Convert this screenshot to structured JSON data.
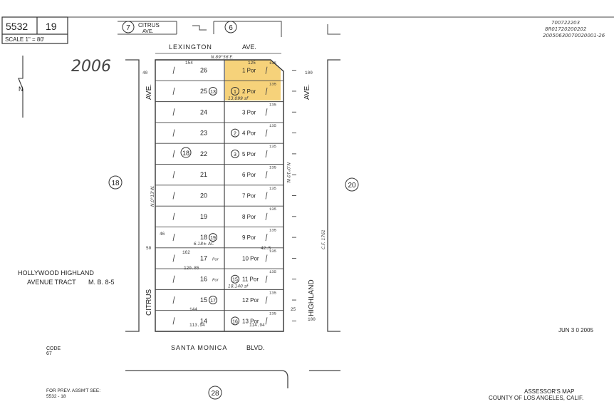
{
  "header": {
    "map_book": "5532",
    "page": "19",
    "scale": "SCALE 1\" = 80'",
    "year_stamp": "2006",
    "doc_numbers": [
      "700722203",
      "8R01720200202",
      "20050630070020001-26"
    ]
  },
  "streets": {
    "citrus_top": "CITRUS",
    "citrus_top_ave": "AVE.",
    "lexington": "LEXINGTON",
    "lexington_ave": "AVE.",
    "citrus_side": "CITRUS",
    "citrus_side_ave": "AVE.",
    "highland": "HIGHLAND",
    "highland_ave": "AVE.",
    "santa_monica": "SANTA MONICA",
    "santa_monica_blvd": "BLVD."
  },
  "circled_pages": {
    "top_left": "7",
    "top_right": "6",
    "left": "18",
    "right": "20",
    "bottom": "28"
  },
  "block_number": "18",
  "north_label": "N",
  "bearing_top": "N.89°56'E.",
  "bearing_right": "N.0°10'W.",
  "bearing_left": "N.0°13'W.",
  "cf_label": "C.F. 1761",
  "lots_left": [
    {
      "num": "26"
    },
    {
      "num": "25",
      "circle": "13"
    },
    {
      "num": "24"
    },
    {
      "num": "23"
    },
    {
      "num": "22"
    },
    {
      "num": "21"
    },
    {
      "num": "20"
    },
    {
      "num": "19"
    },
    {
      "num": "18",
      "circle": "19",
      "note": "6.18± AC"
    },
    {
      "num": "17",
      "small": "Por"
    },
    {
      "num": "16",
      "small": "Por"
    },
    {
      "num": "15",
      "circle": "17"
    },
    {
      "num": "14"
    }
  ],
  "parcels_right": [
    {
      "label": "1 Por"
    },
    {
      "label": "2 Por",
      "circle": "1",
      "area": "13,099 sf"
    },
    {
      "label": "3 Por"
    },
    {
      "label": "4 Por",
      "circle": "2"
    },
    {
      "label": "5 Por",
      "circle": "3"
    },
    {
      "label": "6 Por"
    },
    {
      "label": "7 Por"
    },
    {
      "label": "8 Por"
    },
    {
      "label": "9 Por"
    },
    {
      "label": "10 Por"
    },
    {
      "label": "11 Por",
      "circle": "15",
      "area": "18,140 sf"
    },
    {
      "label": "12 Por"
    },
    {
      "label": "13 Por",
      "circle": "16"
    }
  ],
  "dims": {
    "top_left": "154",
    "top_right": "125",
    "lot_depth": "135",
    "left_side": "40",
    "right_side": "100",
    "bottom": "100",
    "dim_50": "50",
    "dim_46": "46",
    "dim_25": "25",
    "dim_42": "42.5",
    "dim_162": "162",
    "dim_120": "120.85",
    "dim_144": "144",
    "dim_113": "113.94",
    "dim_114": "114.94"
  },
  "tract": {
    "line1": "HOLLYWOOD HIGHLAND",
    "line2": "AVENUE TRACT",
    "ref": "M. B. 8-5"
  },
  "code": {
    "label": "CODE",
    "value": "67"
  },
  "prev": {
    "label": "FOR PREV. ASSM'T SEE:",
    "value": "5532 - 18"
  },
  "date": "JUN 3 0 2005",
  "footer": {
    "line1": "ASSESSOR'S MAP",
    "line2": "COUNTY OF LOS ANGELES, CALIF."
  },
  "colors": {
    "highlight": "#f6d27a",
    "ink": "#222222",
    "background": "#ffffff"
  }
}
